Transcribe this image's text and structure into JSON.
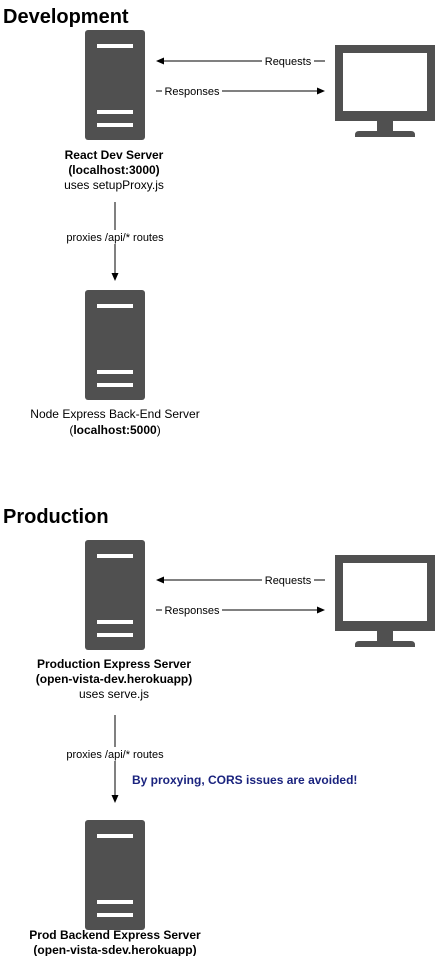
{
  "development": {
    "title": "Development",
    "client_server": {
      "name": "React Dev Server",
      "host": "(localhost:3000)",
      "note": "uses setupProxy.js"
    },
    "requests_label": "Requests",
    "responses_label": "Responses",
    "proxy_label": "proxies /api/* routes",
    "backend": {
      "name": "Node Express Back-End Server",
      "host_open": "(",
      "host": "localhost:5000",
      "host_close": ")"
    }
  },
  "production": {
    "title": "Production",
    "client_server": {
      "name": "Production Express Server",
      "host": "(open-vista-dev.herokuapp)",
      "note": "uses serve.js"
    },
    "requests_label": "Requests",
    "responses_label": "Responses",
    "proxy_label": "proxies /api/* routes",
    "cors_note": "By proxying, CORS issues are avoided!",
    "backend": {
      "name": "Prod Backend Express Server",
      "host": "(open-vista-sdev.herokuapp)"
    }
  },
  "colors": {
    "server": "#505050",
    "note": "#1a237e",
    "arrow": "#000000"
  },
  "icons": {
    "server": "server-icon",
    "monitor": "monitor-icon"
  }
}
